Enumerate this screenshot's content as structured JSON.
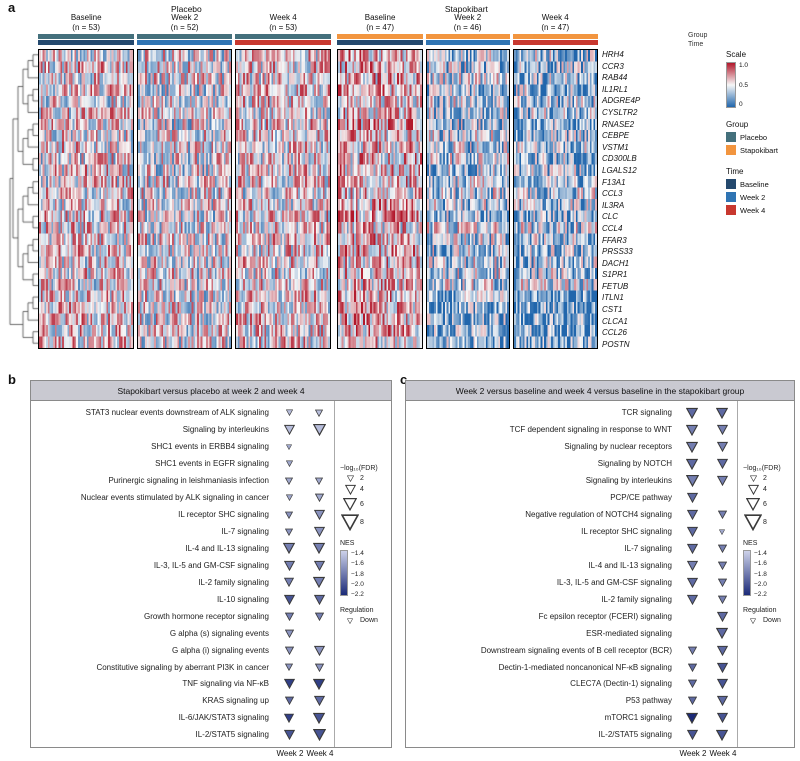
{
  "figure": {
    "panel_a_label": "a",
    "panel_b_label": "b",
    "panel_c_label": "c"
  },
  "panel_a": {
    "group_headers": [
      {
        "label": "Placebo",
        "center_pct": 26.5
      },
      {
        "label": "Stapokibart",
        "center_pct": 76.5
      }
    ],
    "annotation_labels": {
      "group": "Group",
      "time": "Time"
    },
    "blocks": [
      {
        "group": "Placebo",
        "time": "Baseline",
        "line1": "Baseline",
        "line2": "(n = 53)",
        "n": 53
      },
      {
        "group": "Placebo",
        "time": "Week 2",
        "line1": "Week 2",
        "line2": "(n = 52)",
        "n": 52
      },
      {
        "group": "Placebo",
        "time": "Week 4",
        "line1": "Week 4",
        "line2": "(n = 53)",
        "n": 53
      },
      {
        "group": "Stapokibart",
        "time": "Baseline",
        "line1": "Baseline",
        "line2": "(n = 47)",
        "n": 47
      },
      {
        "group": "Stapokibart",
        "time": "Week 2",
        "line1": "Week 2",
        "line2": "(n = 46)",
        "n": 46
      },
      {
        "group": "Stapokibart",
        "time": "Week 4",
        "line1": "Week 4",
        "line2": "(n = 47)",
        "n": 47
      }
    ],
    "legend": {
      "scale": {
        "title": "Scale",
        "ticks": [
          "1.0",
          "0.5",
          "0"
        ],
        "colors": [
          "#b2182b",
          "#f7f7f7",
          "#2166ac"
        ]
      },
      "group": {
        "title": "Group",
        "items": [
          {
            "label": "Placebo",
            "color": "#44707c"
          },
          {
            "label": "Stapokibart",
            "color": "#f2953f"
          }
        ]
      },
      "time": {
        "title": "Time",
        "items": [
          {
            "label": "Baseline",
            "color": "#24496e"
          },
          {
            "label": "Week 2",
            "color": "#2f74b3"
          },
          {
            "label": "Week 4",
            "color": "#c8382f"
          }
        ]
      }
    }
  },
  "pathway_legend": {
    "fdr_title": "−log₁₀(FDR)",
    "fdr_values": [
      2,
      4,
      6,
      8
    ],
    "nes_title": "NES",
    "nes_ticks": [
      "−1.4",
      "−1.6",
      "−1.8",
      "−2.0",
      "−2.2"
    ],
    "nes_range": [
      -1.4,
      -2.2
    ],
    "regulation_title": "Regulation",
    "regulation_down": "Down"
  },
  "chart_data": [
    {
      "type": "heatmap",
      "rows": [
        "HRH4",
        "CCR3",
        "RAB44",
        "IL1RL1",
        "ADGRE4P",
        "CYSLTR2",
        "RNASE2",
        "CEBPE",
        "VSTM1",
        "CD300LB",
        "LGALS12",
        "F13A1",
        "CCL3",
        "IL3RA",
        "CLC",
        "CCL4",
        "FFAR3",
        "PRSS33",
        "DACH1",
        "S1PR1",
        "FETUB",
        "ITLN1",
        "CST1",
        "CLCA1",
        "CCL26",
        "POSTN"
      ],
      "column_blocks": [
        {
          "group": "Placebo",
          "time": "Baseline",
          "n": 53
        },
        {
          "group": "Placebo",
          "time": "Week 2",
          "n": 52
        },
        {
          "group": "Placebo",
          "time": "Week 4",
          "n": 53
        },
        {
          "group": "Stapokibart",
          "time": "Baseline",
          "n": 47
        },
        {
          "group": "Stapokibart",
          "time": "Week 2",
          "n": 46
        },
        {
          "group": "Stapokibart",
          "time": "Week 4",
          "n": 47
        }
      ],
      "value_scale": {
        "min": 0,
        "mid": 0.5,
        "max": 1.0
      },
      "block_means_by_gene": {
        "HRH4": [
          0.52,
          0.48,
          0.55,
          0.62,
          0.38,
          0.34
        ],
        "CCR3": [
          0.55,
          0.5,
          0.55,
          0.6,
          0.35,
          0.3
        ],
        "RAB44": [
          0.5,
          0.5,
          0.52,
          0.6,
          0.4,
          0.35
        ],
        "IL1RL1": [
          0.55,
          0.45,
          0.55,
          0.62,
          0.35,
          0.3
        ],
        "ADGRE4P": [
          0.5,
          0.5,
          0.55,
          0.58,
          0.4,
          0.35
        ],
        "CYSLTR2": [
          0.55,
          0.48,
          0.52,
          0.6,
          0.38,
          0.34
        ],
        "RNASE2": [
          0.55,
          0.45,
          0.55,
          0.65,
          0.35,
          0.3
        ],
        "CEBPE": [
          0.5,
          0.5,
          0.52,
          0.6,
          0.4,
          0.34
        ],
        "VSTM1": [
          0.54,
          0.48,
          0.54,
          0.6,
          0.38,
          0.34
        ],
        "CD300LB": [
          0.5,
          0.5,
          0.52,
          0.6,
          0.4,
          0.35
        ],
        "LGALS12": [
          0.55,
          0.46,
          0.55,
          0.62,
          0.35,
          0.3
        ],
        "F13A1": [
          0.52,
          0.5,
          0.54,
          0.6,
          0.4,
          0.35
        ],
        "CCL3": [
          0.55,
          0.5,
          0.5,
          0.55,
          0.42,
          0.4
        ],
        "IL3RA": [
          0.5,
          0.5,
          0.54,
          0.6,
          0.38,
          0.34
        ],
        "CLC": [
          0.55,
          0.45,
          0.55,
          0.65,
          0.33,
          0.28
        ],
        "CCL4": [
          0.55,
          0.5,
          0.5,
          0.55,
          0.44,
          0.4
        ],
        "FFAR3": [
          0.52,
          0.5,
          0.54,
          0.6,
          0.38,
          0.34
        ],
        "PRSS33": [
          0.55,
          0.48,
          0.52,
          0.62,
          0.34,
          0.3
        ],
        "DACH1": [
          0.5,
          0.5,
          0.54,
          0.6,
          0.4,
          0.35
        ],
        "S1PR1": [
          0.54,
          0.5,
          0.5,
          0.6,
          0.4,
          0.36
        ],
        "FETUB": [
          0.5,
          0.5,
          0.54,
          0.58,
          0.42,
          0.4
        ],
        "ITLN1": [
          0.55,
          0.5,
          0.54,
          0.6,
          0.28,
          0.24
        ],
        "CST1": [
          0.6,
          0.5,
          0.55,
          0.65,
          0.22,
          0.18
        ],
        "CLCA1": [
          0.56,
          0.5,
          0.54,
          0.62,
          0.24,
          0.2
        ],
        "CCL26": [
          0.56,
          0.5,
          0.54,
          0.62,
          0.24,
          0.2
        ],
        "POSTN": [
          0.55,
          0.5,
          0.54,
          0.6,
          0.28,
          0.24
        ]
      }
    },
    {
      "type": "scatter",
      "marker": "triangle-down",
      "title": "Stapokibart versus placebo at week 2 and week 4",
      "x": [
        "Week 2",
        "Week 4"
      ],
      "size_encoding": "−log₁₀(FDR)",
      "color_encoding": "NES",
      "pathways": [
        {
          "name": "STAT3 nuclear events downstream of ALK signaling",
          "week2": {
            "fdr": 2.0,
            "nes": -1.5
          },
          "week4": {
            "fdr": 2.5,
            "nes": -1.5
          }
        },
        {
          "name": "Signaling by interleukins",
          "week2": {
            "fdr": 4.0,
            "nes": -1.5
          },
          "week4": {
            "fdr": 5.0,
            "nes": -1.5
          }
        },
        {
          "name": "SHC1 events in ERBB4 signaling",
          "week2": {
            "fdr": 1.5,
            "nes": -1.6
          },
          "week4": null
        },
        {
          "name": "SHC1 events in EGFR signaling",
          "week2": {
            "fdr": 2.0,
            "nes": -1.6
          },
          "week4": null
        },
        {
          "name": "Purinergic signaling in leishmaniasis infection",
          "week2": {
            "fdr": 2.5,
            "nes": -1.6
          },
          "week4": {
            "fdr": 2.5,
            "nes": -1.6
          }
        },
        {
          "name": "Nuclear events stimulated by ALK signaling in cancer",
          "week2": {
            "fdr": 2.0,
            "nes": -1.6
          },
          "week4": {
            "fdr": 3.0,
            "nes": -1.6
          }
        },
        {
          "name": "IL receptor SHC signaling",
          "week2": {
            "fdr": 2.5,
            "nes": -1.7
          },
          "week4": {
            "fdr": 4.0,
            "nes": -1.7
          }
        },
        {
          "name": "IL-7 signaling",
          "week2": {
            "fdr": 2.5,
            "nes": -1.7
          },
          "week4": {
            "fdr": 4.0,
            "nes": -1.7
          }
        },
        {
          "name": "IL-4 and IL-13 signaling",
          "week2": {
            "fdr": 4.5,
            "nes": -1.8
          },
          "week4": {
            "fdr": 4.5,
            "nes": -1.8
          }
        },
        {
          "name": "IL-3, IL-5 and GM-CSF signaling",
          "week2": {
            "fdr": 4.0,
            "nes": -1.8
          },
          "week4": {
            "fdr": 4.0,
            "nes": -1.8
          }
        },
        {
          "name": "IL-2 family signaling",
          "week2": {
            "fdr": 3.5,
            "nes": -1.8
          },
          "week4": {
            "fdr": 4.5,
            "nes": -1.8
          }
        },
        {
          "name": "IL-10 signaling",
          "week2": {
            "fdr": 4.0,
            "nes": -2.0
          },
          "week4": {
            "fdr": 4.0,
            "nes": -1.9
          }
        },
        {
          "name": "Growth hormone receptor signaling",
          "week2": {
            "fdr": 3.0,
            "nes": -1.8
          },
          "week4": {
            "fdr": 3.0,
            "nes": -1.8
          }
        },
        {
          "name": "G alpha (s) signaling events",
          "week2": {
            "fdr": 3.0,
            "nes": -1.7
          },
          "week4": null
        },
        {
          "name": "G alpha (i) signaling events",
          "week2": {
            "fdr": 3.0,
            "nes": -1.7
          },
          "week4": {
            "fdr": 4.0,
            "nes": -1.7
          }
        },
        {
          "name": "Constitutive signaling by aberrant PI3K in cancer",
          "week2": {
            "fdr": 2.5,
            "nes": -1.7
          },
          "week4": {
            "fdr": 3.0,
            "nes": -1.7
          }
        },
        {
          "name": "TNF signaling via NF-κB",
          "week2": {
            "fdr": 4.0,
            "nes": -2.1
          },
          "week4": {
            "fdr": 4.5,
            "nes": -2.1
          }
        },
        {
          "name": "KRAS signaling up",
          "week2": {
            "fdr": 3.0,
            "nes": -1.9
          },
          "week4": {
            "fdr": 4.0,
            "nes": -1.9
          }
        },
        {
          "name": "IL-6/JAK/STAT3 signaling",
          "week2": {
            "fdr": 3.5,
            "nes": -2.1
          },
          "week4": {
            "fdr": 4.5,
            "nes": -2.0
          }
        },
        {
          "name": "IL-2/STAT5 signaling",
          "week2": {
            "fdr": 4.0,
            "nes": -2.0
          },
          "week4": {
            "fdr": 5.0,
            "nes": -2.0
          }
        }
      ]
    },
    {
      "type": "scatter",
      "marker": "triangle-down",
      "title": "Week 2 versus baseline and week 4 versus baseline in the stapokibart group",
      "x": [
        "Week 2",
        "Week 4"
      ],
      "size_encoding": "−log₁₀(FDR)",
      "color_encoding": "NES",
      "pathways": [
        {
          "name": "TCR signaling",
          "week2": {
            "fdr": 4.5,
            "nes": -1.9
          },
          "week4": {
            "fdr": 4.5,
            "nes": -1.9
          }
        },
        {
          "name": "TCF dependent signaling in response to WNT",
          "week2": {
            "fdr": 4.5,
            "nes": -1.8
          },
          "week4": {
            "fdr": 4.0,
            "nes": -1.8
          }
        },
        {
          "name": "Signaling by nuclear receptors",
          "week2": {
            "fdr": 4.5,
            "nes": -1.8
          },
          "week4": {
            "fdr": 4.0,
            "nes": -1.8
          }
        },
        {
          "name": "Signaling by NOTCH",
          "week2": {
            "fdr": 4.5,
            "nes": -1.9
          },
          "week4": {
            "fdr": 4.0,
            "nes": -1.9
          }
        },
        {
          "name": "Signaling by interleukins",
          "week2": {
            "fdr": 5.0,
            "nes": -1.8
          },
          "week4": {
            "fdr": 4.0,
            "nes": -1.8
          }
        },
        {
          "name": "PCP/CE pathway",
          "week2": {
            "fdr": 4.0,
            "nes": -1.9
          },
          "week4": null
        },
        {
          "name": "Negative regulation of NOTCH4 signaling",
          "week2": {
            "fdr": 4.0,
            "nes": -1.9
          },
          "week4": {
            "fdr": 3.0,
            "nes": -1.8
          }
        },
        {
          "name": "IL receptor SHC signaling",
          "week2": {
            "fdr": 4.0,
            "nes": -1.9
          },
          "week4": {
            "fdr": 1.5,
            "nes": -1.6
          }
        },
        {
          "name": "IL-7 signaling",
          "week2": {
            "fdr": 4.0,
            "nes": -1.9
          },
          "week4": {
            "fdr": 3.0,
            "nes": -1.8
          }
        },
        {
          "name": "IL-4 and IL-13 signaling",
          "week2": {
            "fdr": 4.0,
            "nes": -1.8
          },
          "week4": {
            "fdr": 3.0,
            "nes": -1.8
          }
        },
        {
          "name": "IL-3, IL-5 and GM-CSF signaling",
          "week2": {
            "fdr": 4.0,
            "nes": -1.9
          },
          "week4": {
            "fdr": 3.0,
            "nes": -1.8
          }
        },
        {
          "name": "IL-2 family signaling",
          "week2": {
            "fdr": 4.0,
            "nes": -1.9
          },
          "week4": {
            "fdr": 3.0,
            "nes": -1.8
          }
        },
        {
          "name": "Fc epsilon receptor (FCERI) signaling",
          "week2": null,
          "week4": {
            "fdr": 4.0,
            "nes": -1.9
          }
        },
        {
          "name": "ESR-mediated signaling",
          "week2": null,
          "week4": {
            "fdr": 4.5,
            "nes": -1.9
          }
        },
        {
          "name": "Downstream signaling events of B cell receptor (BCR)",
          "week2": {
            "fdr": 3.0,
            "nes": -1.8
          },
          "week4": {
            "fdr": 4.0,
            "nes": -1.9
          }
        },
        {
          "name": "Dectin-1-mediated noncanonical NF-κB signaling",
          "week2": {
            "fdr": 3.0,
            "nes": -1.9
          },
          "week4": {
            "fdr": 4.0,
            "nes": -2.0
          }
        },
        {
          "name": "CLEC7A (Dectin-1) signaling",
          "week2": {
            "fdr": 3.0,
            "nes": -1.9
          },
          "week4": {
            "fdr": 4.0,
            "nes": -2.0
          }
        },
        {
          "name": "P53 pathway",
          "week2": {
            "fdr": 3.0,
            "nes": -1.9
          },
          "week4": {
            "fdr": 4.0,
            "nes": -1.9
          }
        },
        {
          "name": "mTORC1 signaling",
          "week2": {
            "fdr": 4.5,
            "nes": -2.2
          },
          "week4": {
            "fdr": 4.0,
            "nes": -2.0
          }
        },
        {
          "name": "IL-2/STAT5 signaling",
          "week2": {
            "fdr": 4.0,
            "nes": -2.0
          },
          "week4": {
            "fdr": 4.5,
            "nes": -2.0
          }
        }
      ]
    }
  ]
}
